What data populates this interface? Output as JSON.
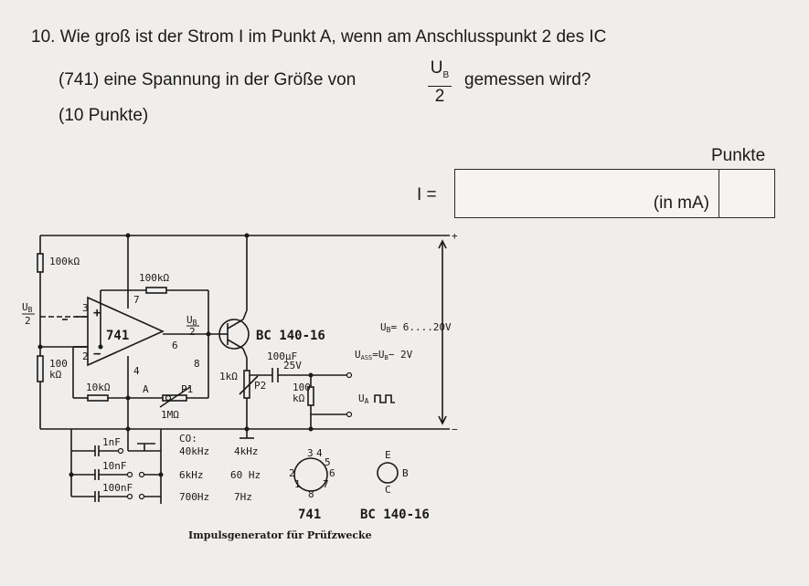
{
  "question": {
    "line1": "10. Wie groß ist der Strom I im Punkt A, wenn am Anschlusspunkt 2 des IC",
    "line2_pre": "(741) eine Spannung in der Größe von",
    "frac_num": "U",
    "frac_sub": "B",
    "frac_den": "2",
    "line2_post": "gemessen wird?",
    "line3": "(10 Punkte)"
  },
  "answer": {
    "punkte_label": "Punkte",
    "i_label": "I =",
    "unit": "(in mA)"
  },
  "circuit": {
    "r_top_left": "100kΩ",
    "r_feedback": "100kΩ",
    "r_bottom_left_1": "100",
    "r_bottom_left_2": "kΩ",
    "r_input": "10kΩ",
    "point_a": "A",
    "pot_p1": "P1",
    "pot_p1_value": "1MΩ",
    "ub_half_num": "U",
    "ub_half_sub": "B",
    "ub_half_den": "2",
    "pin3": "3",
    "pin2": "2",
    "pin7": "7",
    "pin6": "6",
    "pin4": "4",
    "pin8": "8",
    "ic_label": "741",
    "plus_sign": "+",
    "minus_sign": "−",
    "transistor_label": "BC 140-16",
    "cap_100uf": "100µF",
    "cap_25v": "25V",
    "pot_p2_value": "1kΩ",
    "pot_p2": "P2",
    "r_out_1": "100",
    "r_out_2": "kΩ",
    "ua_label": "U",
    "ua_sub": "A",
    "uass_label": "U",
    "uass_sub": "ASS",
    "uass_rest": "=U",
    "uass_sub2": "B",
    "uass_end": "− 2V",
    "ub_range": "U",
    "ub_range_sub": "B",
    "ub_range_rest": "= 6....20V",
    "rail_plus": "+",
    "rail_minus": "−",
    "cap_1nf": "1nF",
    "cap_10nf": "10nF",
    "cap_100nf": "100nF",
    "table_header": "CO:",
    "f1a": "40kHz",
    "f1b": "4kHz",
    "f2a": "6kHz",
    "f2b": "60 Hz",
    "f3a": "700Hz",
    "f3b": "7Hz",
    "pinout_ic": "741",
    "pinout_tr": "BC 140-16",
    "pinout_e": "E",
    "pinout_b": "B",
    "pinout_c": "C",
    "p1": "1",
    "p2": "2",
    "p3": "3",
    "p4": "4",
    "p5": "5",
    "p6": "6",
    "p7": "7",
    "p8": "8",
    "caption": "Impulsgenerator für Prüfzwecke"
  }
}
